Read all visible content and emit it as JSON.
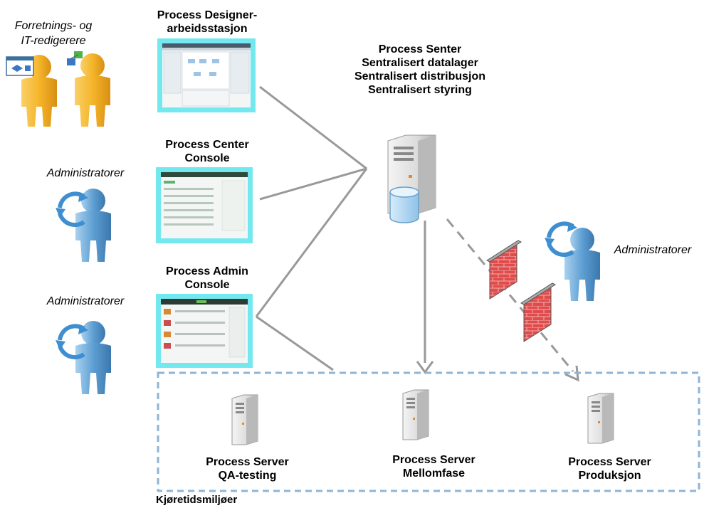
{
  "groups": {
    "editors": [
      "Forretnings- og",
      "IT-redigerere"
    ],
    "admins_left_1": "Administratorer",
    "admins_left_2": "Administratorer",
    "admins_right": "Administratorer"
  },
  "tools": {
    "designer": [
      "Process Designer-",
      "arbeidsstasjon"
    ],
    "center_console": [
      "Process Center",
      "Console"
    ],
    "admin_console": [
      "Process Admin",
      "Console"
    ]
  },
  "center": [
    "Process Senter",
    "Sentralisert datalager",
    "Sentralisert distribusjon",
    "Sentralisert styring"
  ],
  "servers": {
    "qa": [
      "Process Server",
      "QA-testing"
    ],
    "staging": [
      "Process Server",
      "Mellomfase"
    ],
    "production": [
      "Process Server",
      "Produksjon"
    ]
  },
  "runtime_label": "Kjøretidsmiljøer",
  "colors": {
    "editor_person": "#f5b52a",
    "admin_person": "#5e9fd3",
    "screenshot_frame": "#74e8ef",
    "connector": "#999999",
    "runtime_border": "#8fb4d6",
    "firewall": "#d94a4a"
  }
}
